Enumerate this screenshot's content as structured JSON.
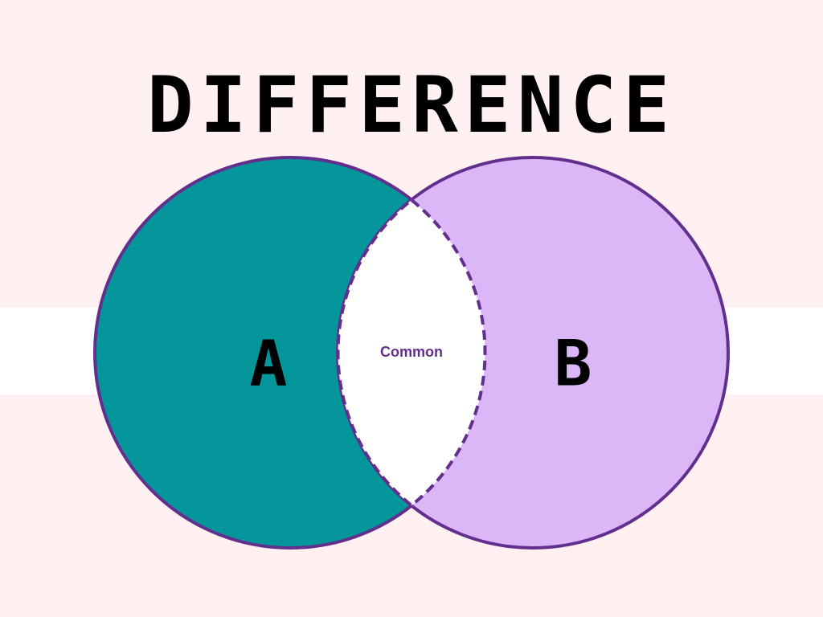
{
  "title": "DIFFERENCE",
  "sets": [
    {
      "label": "A",
      "fill": "#05969b"
    },
    {
      "label": "B",
      "fill": "#dbb7f7"
    }
  ],
  "intersection": {
    "label": "Common",
    "fill": "#ffffff"
  },
  "colors": {
    "background": "#fff1f1",
    "band": "#ffffff",
    "outline": "#632f8e",
    "title": "#000000",
    "set_label": "#000000",
    "common_label": "#632f8e"
  }
}
